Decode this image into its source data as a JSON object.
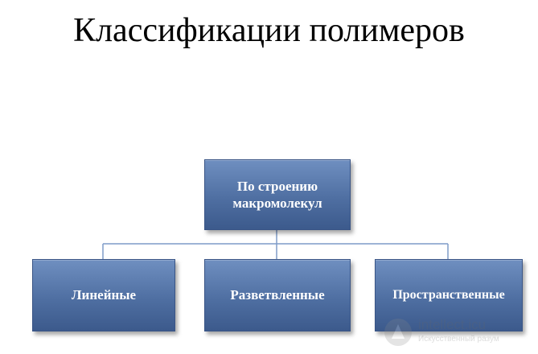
{
  "title": "Классификации полимеров",
  "root": {
    "label_line1": "По строению",
    "label_line2": "макромолекул"
  },
  "children": [
    {
      "label": "Линейные"
    },
    {
      "label": "Разветвленные"
    },
    {
      "label": "Пространственные"
    }
  ],
  "colors": {
    "box_fill": "#4f6fa2",
    "connector": "#7f9cc8",
    "text": "#ffffff"
  },
  "watermark": {
    "line1": "intellect.icu",
    "line2": "Искусственный разум"
  }
}
